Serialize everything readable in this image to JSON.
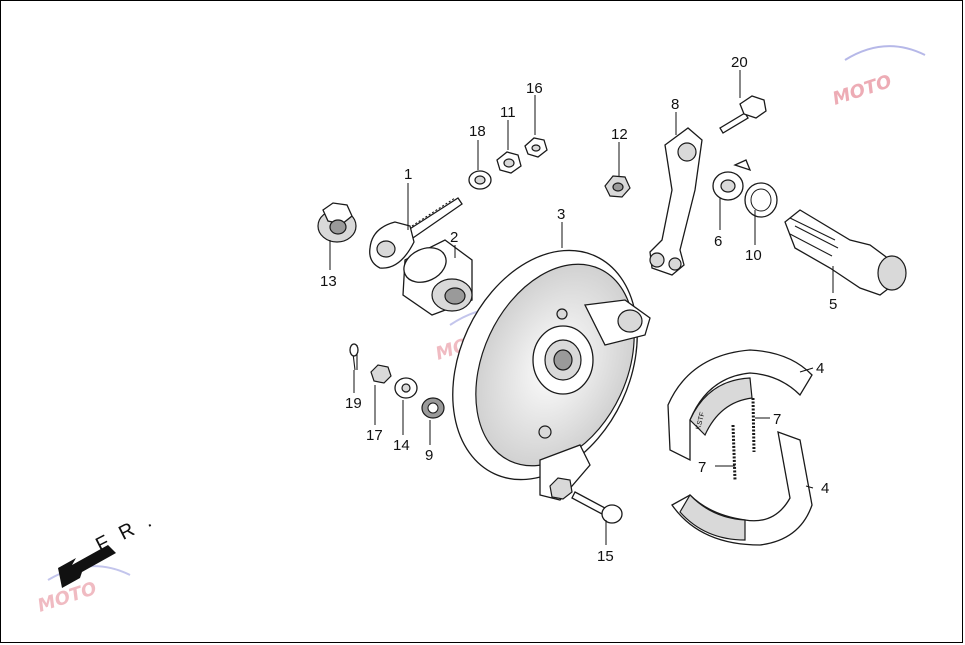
{
  "diagram": {
    "direction_label": "F R .",
    "watermark": "MOTO",
    "callouts": {
      "c1": "1",
      "c2": "2",
      "c3": "3",
      "c4a": "4",
      "c4b": "4",
      "c5": "5",
      "c6": "6",
      "c7a": "7",
      "c7b": "7",
      "c8": "8",
      "c9": "9",
      "c10": "10",
      "c11": "11",
      "c12": "12",
      "c13": "13",
      "c14": "14",
      "c15": "15",
      "c16": "16",
      "c17": "17",
      "c18": "18",
      "c19": "19",
      "c20": "20"
    },
    "shoe_marking": "KSTF"
  }
}
